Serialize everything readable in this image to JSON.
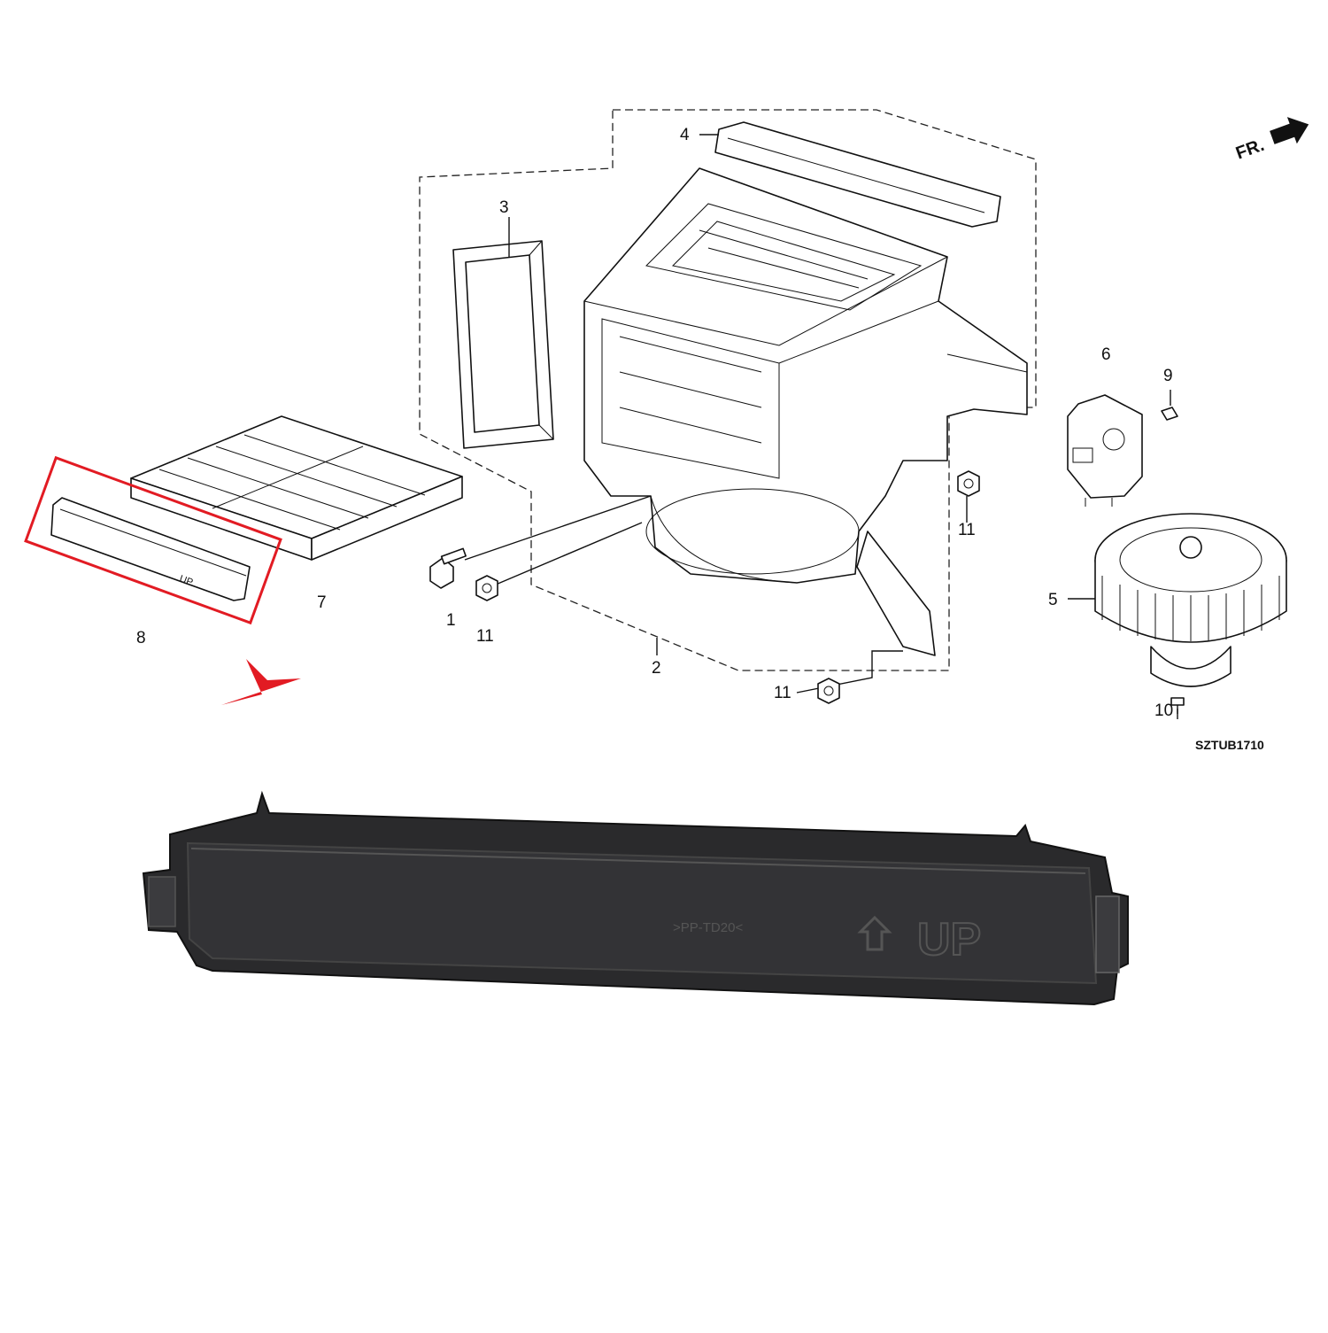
{
  "diagram": {
    "front_label": "FR.",
    "part_code": "SZTUB1710",
    "callouts": [
      "1",
      "2",
      "3",
      "4",
      "5",
      "6",
      "7",
      "8",
      "9",
      "10",
      "11",
      "11",
      "11"
    ],
    "highlight_color": "#e21b23"
  },
  "photo": {
    "mold_text": ">PP-TD20<",
    "direction_text": "UP",
    "arrow_icon": "up-arrow-icon"
  },
  "drawing_marks": {
    "cover_text": "UP"
  }
}
